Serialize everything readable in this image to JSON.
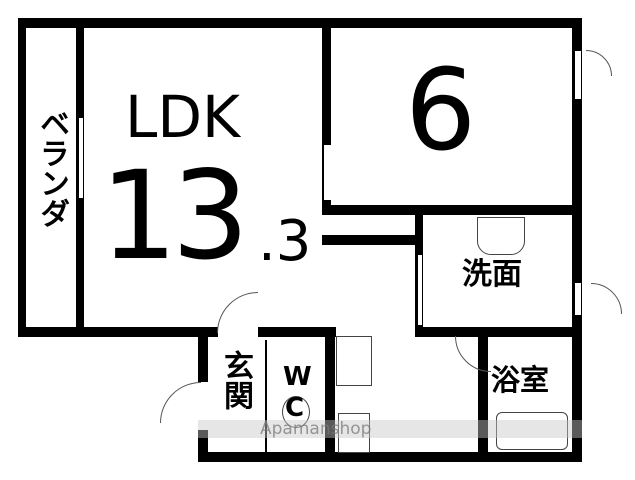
{
  "rooms": {
    "veranda": "ベランダ",
    "ldk_label": "LDK",
    "ldk_size_int": "13",
    "ldk_size_dec": ".3",
    "bedroom_size": "6",
    "washroom": "洗面",
    "bathroom": "浴室",
    "entrance": "玄関",
    "toilet_w": "W",
    "toilet_c": "C"
  },
  "watermark": "Apamanshop",
  "colors": {
    "wall": "#000000",
    "background": "#ffffff"
  }
}
